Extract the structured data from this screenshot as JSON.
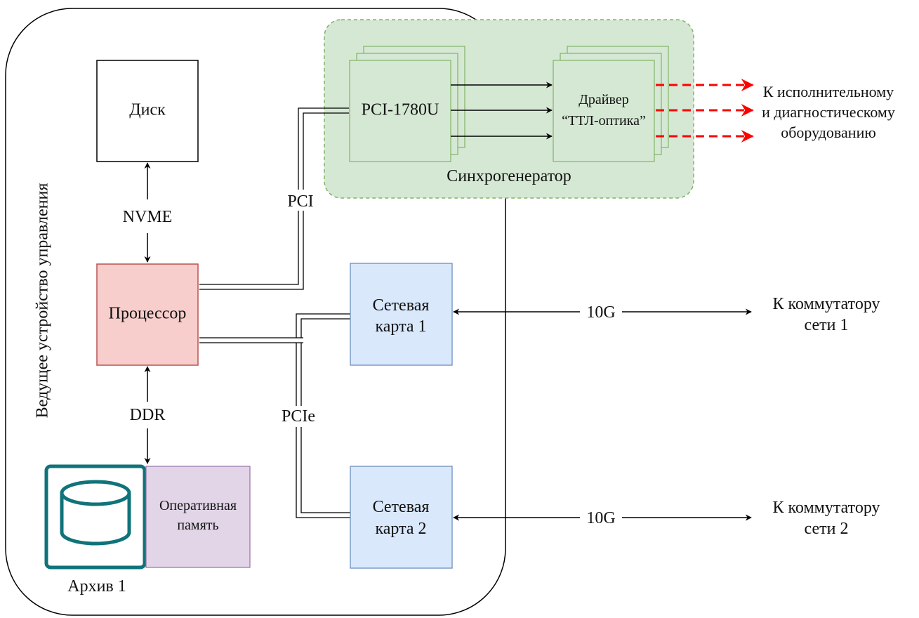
{
  "container": {
    "label": "Ведущее устройство управления"
  },
  "sync_generator": {
    "label": "Синхрогенератор",
    "fill": "#d5e8d4",
    "stroke": "#82b366"
  },
  "disk": {
    "label": "Диск"
  },
  "processor": {
    "label": "Процессор",
    "fill": "#f8cecc",
    "stroke": "#b85450"
  },
  "pci_card": {
    "label": "PCI-1780U"
  },
  "driver": {
    "label_line1": "Драйвер",
    "label_line2": "“ТТЛ-оптика”"
  },
  "nic1": {
    "label_line1": "Сетевая",
    "label_line2": "карта 1"
  },
  "nic2": {
    "label_line1": "Сетевая",
    "label_line2": "карта 2"
  },
  "nic_fill": "#dae8fc",
  "nic_stroke": "#6c8ebf",
  "ram": {
    "label_line1": "Оперативная",
    "label_line2": "память",
    "fill": "#e1d5e7",
    "stroke": "#9673a6"
  },
  "archive": {
    "label": "Архив 1",
    "icon": "database-icon",
    "stroke": "#10737a"
  },
  "links": {
    "nvme": "NVME",
    "pci": "PCI",
    "ddr": "DDR",
    "pcie": "PCIe",
    "ten_g_1": "10G",
    "ten_g_2": "10G"
  },
  "external": {
    "exec_line1": "К исполнительному",
    "exec_line2": "и диагностическому",
    "exec_line3": "оборудованию",
    "switch1_line1": "К коммутатору",
    "switch1_line2": "сети 1",
    "switch2_line1": "К коммутатору",
    "switch2_line2": "сети 2"
  },
  "signal_arrow_color": "#ff0000"
}
